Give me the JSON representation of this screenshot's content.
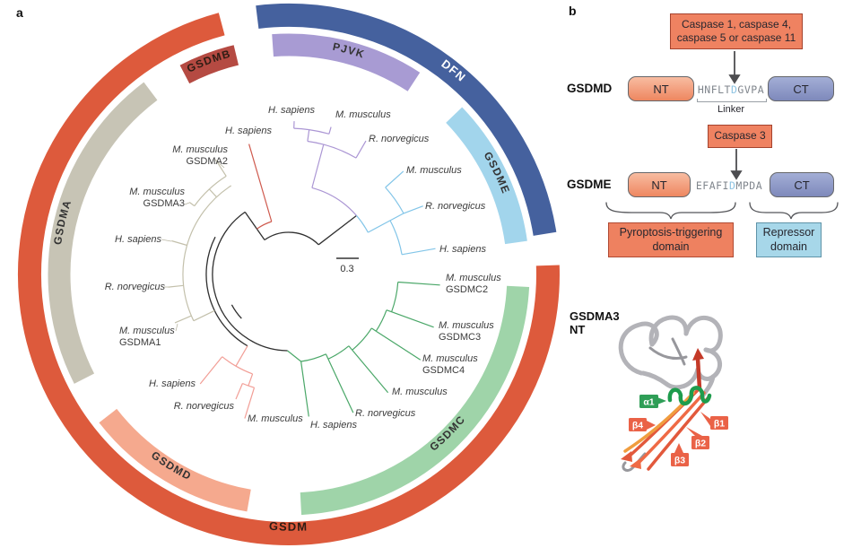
{
  "panel_a": {
    "label": "a",
    "scale_bar": "0.3",
    "bands": {
      "gsdm": "GSDM",
      "gsdma": "GSDMA",
      "gsdmb": "GSDMB",
      "pjvk": "PJVK",
      "dfn": "DFN",
      "gsdme": "GSDME",
      "gsdmc": "GSDMC",
      "gsdmd": "GSDMD"
    },
    "leaves": {
      "gsdma_a2_1": "M. musculus",
      "gsdma_a2_2": "GSDMA2",
      "gsdma_a3_1": "M. musculus",
      "gsdma_a3_2": "GSDMA3",
      "gsdma_hs": "H. sapiens",
      "gsdma_rn": "R. norvegicus",
      "gsdma_a1_1": "M. musculus",
      "gsdma_a1_2": "GSDMA1",
      "gsdmb_hs": "H. sapiens",
      "pjvk_hs": "H. sapiens",
      "pjvk_mm": "M. musculus",
      "pjvk_rn": "R. norvegicus",
      "gsdme_mm": "M. musculus",
      "gsdme_rn": "R. norvegicus",
      "gsdme_hs": "H. sapiens",
      "gsdmc_c2_1": "M. musculus",
      "gsdmc_c2_2": "GSDMC2",
      "gsdmc_c3_1": "M. musculus",
      "gsdmc_c3_2": "GSDMC3",
      "gsdmc_c4_1": "M. musculus",
      "gsdmc_c4_2": "GSDMC4",
      "gsdmc_mm": "M. musculus",
      "gsdmc_rn": "R. norvegicus",
      "gsdmc_hs": "H. sapiens",
      "gsdmd_hs": "H. sapiens",
      "gsdmd_rn": "R. norvegicus",
      "gsdmd_mm": "M. musculus"
    }
  },
  "panel_b": {
    "label": "b",
    "caspase_box_top": "Caspase 1, caspase 4, caspase 5 or caspase 11",
    "caspase_box_mid": "Caspase 3",
    "gsdmd_row": {
      "name": "GSDMD",
      "nt": "NT",
      "ct": "CT",
      "seq_pre": "HNFLT",
      "seq_cleave": "D",
      "seq_post": "GVPA",
      "linker": "Linker"
    },
    "gsdme_row": {
      "name": "GSDME",
      "nt": "NT",
      "ct": "CT",
      "seq_pre": "EFAFI",
      "seq_cleave": "D",
      "seq_post": "MPDA"
    },
    "domain_left": "Pyroptosis-triggering domain",
    "domain_right": "Repressor domain",
    "structure": {
      "title_line1": "GSDMA3",
      "title_line2": "NT",
      "alpha1": "α1",
      "beta1": "β1",
      "beta2": "β2",
      "beta3": "β3",
      "beta4": "β4"
    }
  },
  "colors": {
    "gsdm_band": "#dd5a3c",
    "dfn_band": "#45619e",
    "gsdma_band": "#c7c4b5",
    "gsdmb_band": "#b54a42",
    "pjvk_band": "#a89bd3",
    "gsdme_band": "#a2d5ec",
    "gsdmc_band": "#9fd4a9",
    "gsdmd_band": "#f5a98e",
    "branch_black": "#2f2f2f",
    "branch_gsdma": "#c3c0ab",
    "branch_gsdmb": "#cf5a4e",
    "branch_pjvk": "#ab96d4",
    "branch_gsdme": "#82c5e8",
    "branch_gsdmc": "#4aa768",
    "branch_gsdmd": "#f29e96",
    "caspase_box": "#ef8261",
    "nt_box": "#f2a17b",
    "ct_box": "#8f9ac6",
    "cleavage_site": "#8ec3e2",
    "pyroptosis_box": "#ee8160",
    "repressor_box": "#a7d7e9",
    "alpha_label": "#2f9e57",
    "beta_label": "#ea6247"
  }
}
